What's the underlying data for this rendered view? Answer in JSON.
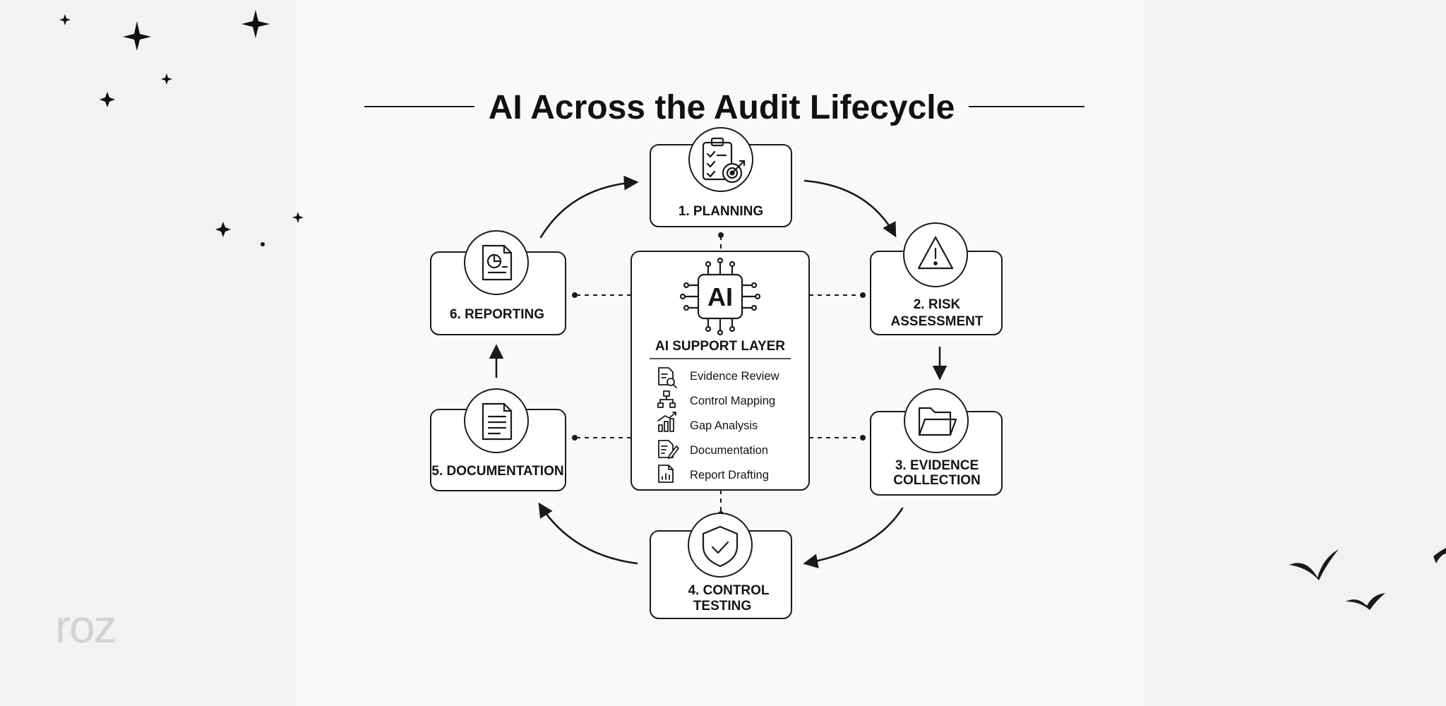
{
  "title": "AI Across the Audit Lifecycle",
  "steps": [
    {
      "id": "planning",
      "label": "1. PLANNING",
      "icon": "clipboard-target-icon"
    },
    {
      "id": "risk",
      "label_line1": "2. RISK",
      "label_line2": "ASSESSMENT",
      "icon": "warning-triangle-icon"
    },
    {
      "id": "evidence",
      "label_line1": "3. EVIDENCE",
      "label_line2": "COLLECTION",
      "icon": "folder-icon"
    },
    {
      "id": "control",
      "label_line1": "4. CONTROL",
      "label_line2": "TESTING",
      "icon": "shield-check-icon"
    },
    {
      "id": "documentation",
      "label": "5. DOCUMENTATION",
      "icon": "document-icon"
    },
    {
      "id": "reporting",
      "label": "6. REPORTING",
      "icon": "report-chart-icon"
    }
  ],
  "center": {
    "chip_label": "AI",
    "title": "AI SUPPORT LAYER",
    "features": [
      {
        "label": "Evidence Review",
        "icon": "document-search-icon"
      },
      {
        "label": "Control Mapping",
        "icon": "hierarchy-icon"
      },
      {
        "label": "Gap Analysis",
        "icon": "bar-trend-icon"
      },
      {
        "label": "Documentation",
        "icon": "document-edit-icon"
      },
      {
        "label": "Report Drafting",
        "icon": "report-icon"
      }
    ]
  },
  "logo": "roz",
  "colors": {
    "background": "#f2f2f2",
    "ink": "#1a1a1a",
    "box_fill": "#ffffff",
    "logo": "#d2d2d2"
  }
}
